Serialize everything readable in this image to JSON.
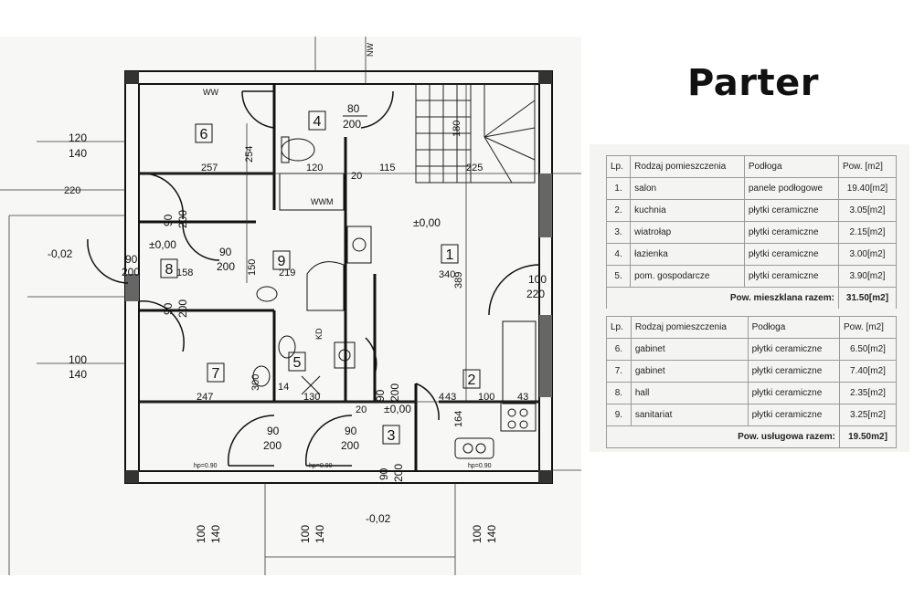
{
  "title": "Parter",
  "plan": {
    "rooms": [
      "1",
      "2",
      "3",
      "4",
      "5",
      "6",
      "7",
      "8",
      "9"
    ],
    "dims": {
      "d257": "257",
      "d120": "120",
      "d115": "115",
      "d225": "225",
      "d20": "20",
      "d219": "219",
      "d158": "158",
      "d340": "340",
      "d389": "389",
      "d254": "254",
      "d150": "150",
      "d180": "180",
      "d247": "247",
      "d130": "130",
      "d14": "14",
      "d100": "100",
      "d43": "43",
      "d164": "164",
      "d300": "300",
      "d220": "220",
      "d4": "4",
      "d90": "90"
    },
    "openings": {
      "w80": "80",
      "w200": "200",
      "w90": "90",
      "w100": "100",
      "w120": "120",
      "w140": "140",
      "w220": "220"
    },
    "levels": {
      "zero": "±0,00",
      "minus": "-0,02"
    },
    "tags": {
      "nw": "NW",
      "ww": "WW",
      "wwm": "WWM",
      "kd": "KD",
      "hp090": "hp=0.90"
    }
  },
  "table_living": {
    "headers": [
      "Lp.",
      "Rodzaj pomieszczenia",
      "Podłoga",
      "Pow. [m2]"
    ],
    "rows": [
      [
        "1.",
        "salon",
        "panele podłogowe",
        "19.40[m2]"
      ],
      [
        "2.",
        "kuchnia",
        "płytki ceramiczne",
        "3.05[m2]"
      ],
      [
        "3.",
        "wiatrołap",
        "płytki ceramiczne",
        "2.15[m2]"
      ],
      [
        "4.",
        "łazienka",
        "płytki ceramiczne",
        "3.00[m2]"
      ],
      [
        "5.",
        "pom. gospodarcze",
        "płytki ceramiczne",
        "3.90[m2]"
      ]
    ],
    "total_label": "Pow. mieszklana razem:",
    "total_value": "31.50[m2]"
  },
  "table_service": {
    "headers": [
      "Lp.",
      "Rodzaj pomieszczenia",
      "Podłoga",
      "Pow. [m2]"
    ],
    "rows": [
      [
        "6.",
        "gabinet",
        "płytki ceramiczne",
        "6.50[m2]"
      ],
      [
        "7.",
        "gabinet",
        "płytki ceramiczne",
        "7.40[m2]"
      ],
      [
        "8.",
        "hall",
        "płytki ceramiczne",
        "2.35[m2]"
      ],
      [
        "9.",
        "sanitariat",
        "płytki ceramiczne",
        "3.25[m2]"
      ]
    ],
    "total_label": "Pow. usługowa razem:",
    "total_value": "19.50m2]"
  }
}
